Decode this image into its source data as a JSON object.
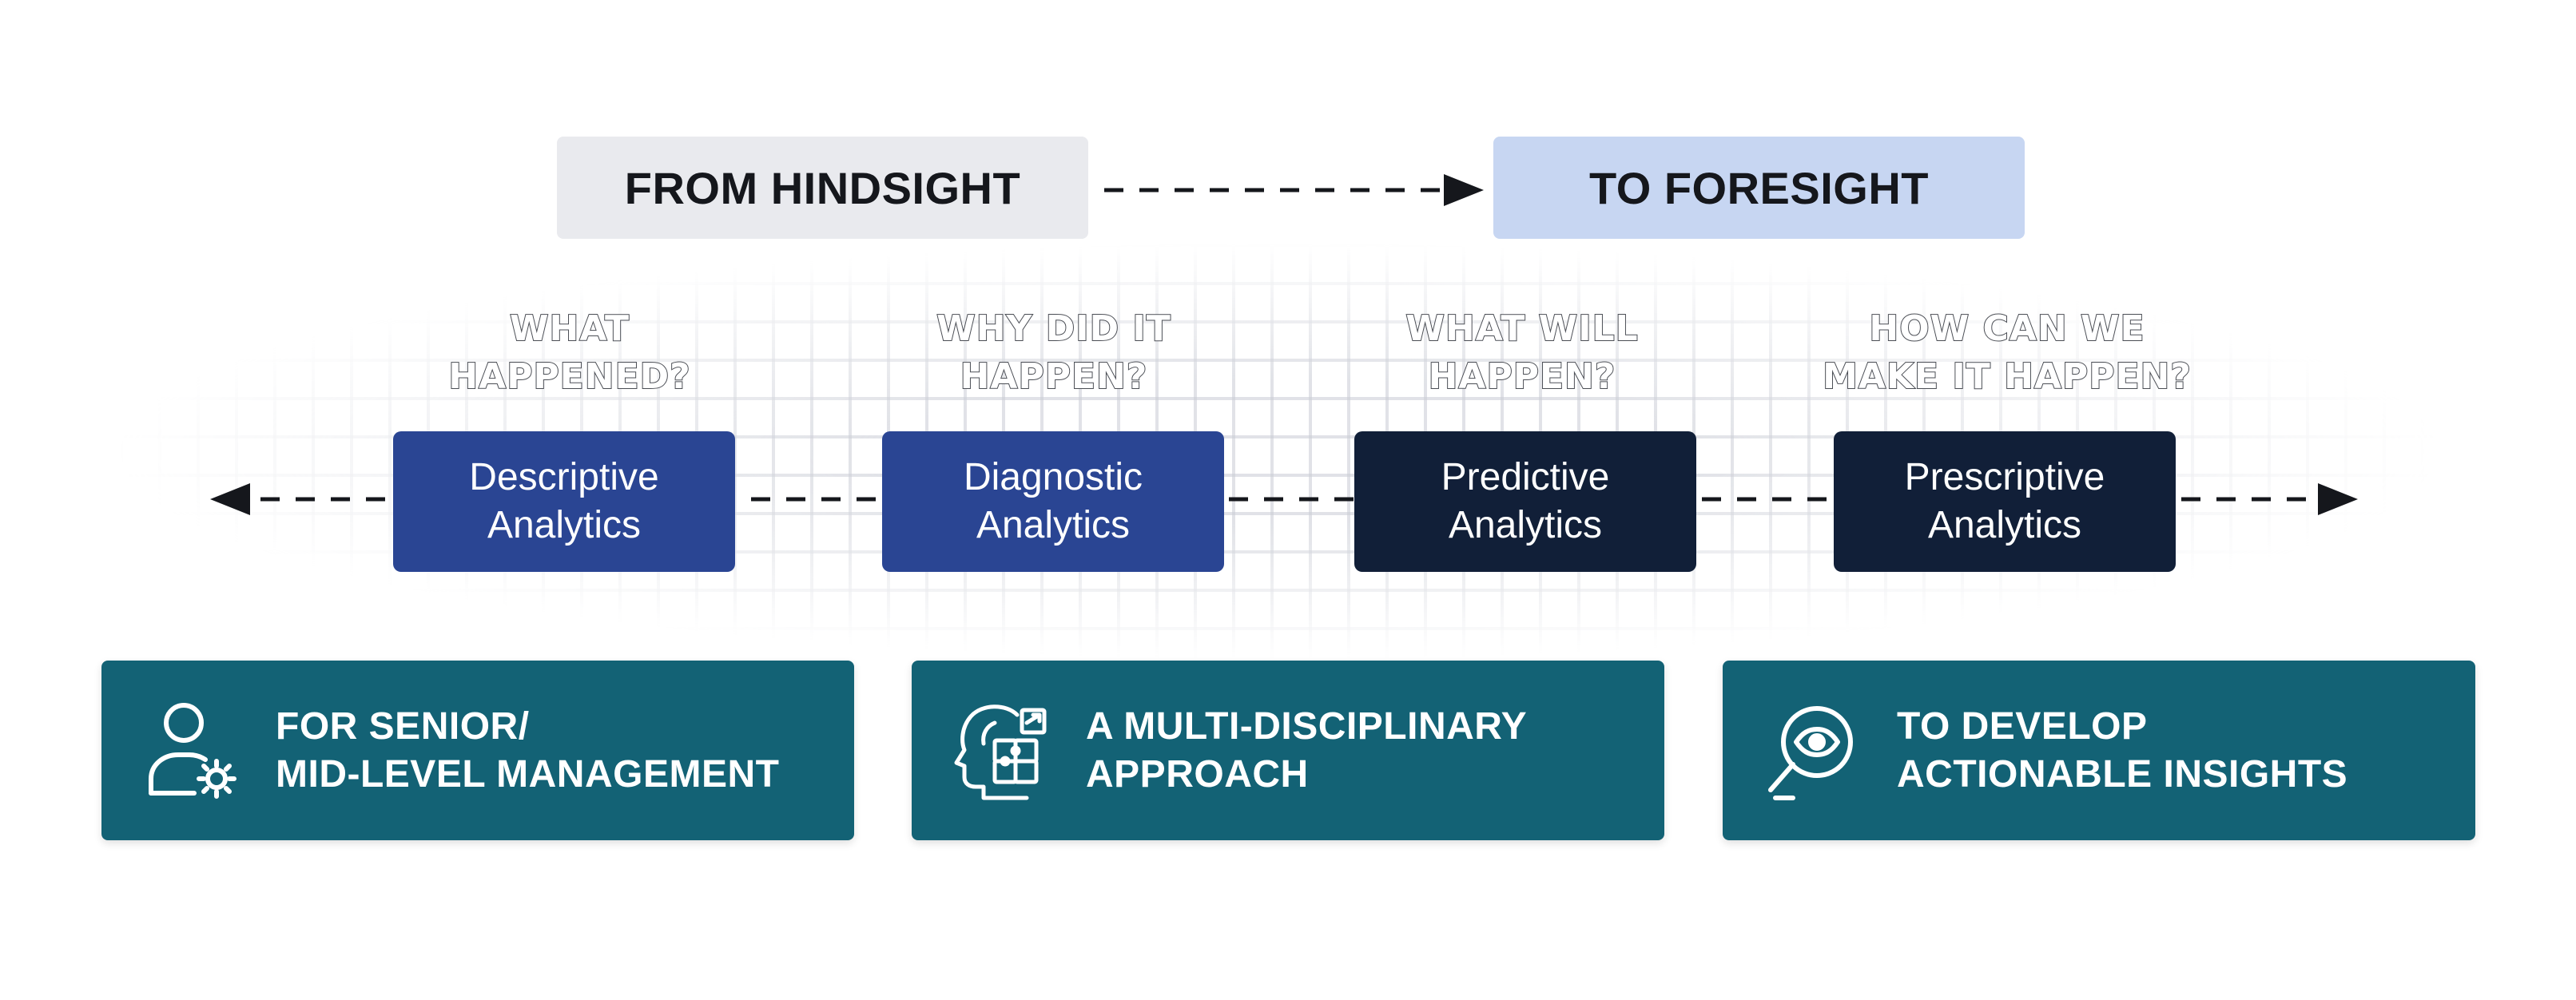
{
  "header": {
    "from_label": "FROM HINDSIGHT",
    "to_label": "TO FORESIGHT"
  },
  "stages": [
    {
      "question_line1": "WHAT",
      "question_line2": "HAPPENED?",
      "label_line1": "Descriptive",
      "label_line2": "Analytics",
      "color": "#2a4593"
    },
    {
      "question_line1": "WHY DID IT",
      "question_line2": "HAPPEN?",
      "label_line1": "Diagnostic",
      "label_line2": "Analytics",
      "color": "#2a4593"
    },
    {
      "question_line1": "WHAT WILL",
      "question_line2": "HAPPEN?",
      "label_line1": "Predictive",
      "label_line2": "Analytics",
      "color": "#111f38"
    },
    {
      "question_line1": "HOW CAN WE",
      "question_line2": "MAKE IT HAPPEN?",
      "label_line1": "Prescriptive",
      "label_line2": "Analytics",
      "color": "#111f38"
    }
  ],
  "cards": [
    {
      "icon": "user-gear-icon",
      "line1": "FOR SENIOR/",
      "line2": "MID-LEVEL MANAGEMENT"
    },
    {
      "icon": "head-puzzle-icon",
      "line1": "A MULTI-DISCIPLINARY",
      "line2": "APPROACH"
    },
    {
      "icon": "eye-search-icon",
      "line1": "TO DEVELOP",
      "line2": "ACTIONABLE INSIGHTS"
    }
  ],
  "colors": {
    "card_teal": "#136275",
    "stage_blue": "#2a4593",
    "stage_navy": "#111f38",
    "from_bg": "#e9eaee",
    "to_bg": "#c7d6f2"
  }
}
